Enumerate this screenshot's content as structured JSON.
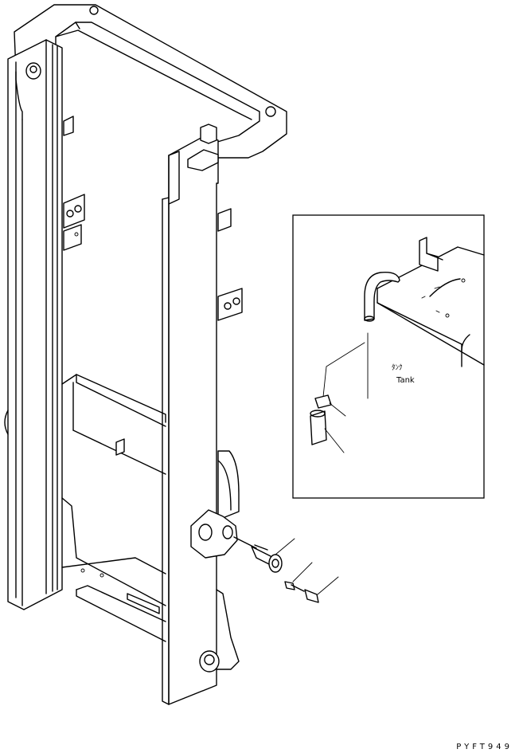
{
  "detail": {
    "tank_label_jp": "ﾀﾝｸ",
    "tank_label": "Tank"
  },
  "drawing_code": "PYFT949"
}
